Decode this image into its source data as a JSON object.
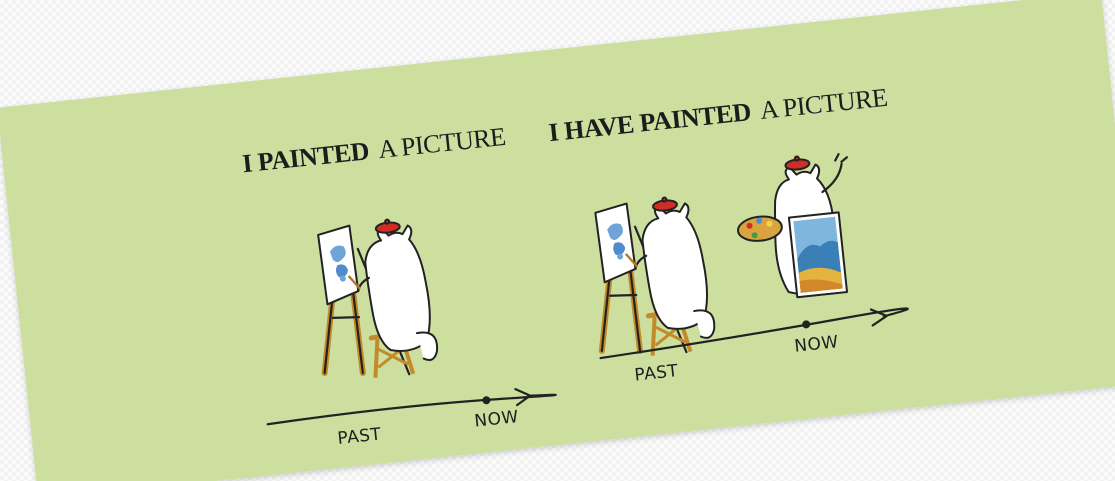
{
  "background_color": "#ccdf9f",
  "panels": [
    {
      "title_bold": "I PAINTED",
      "title_rest": "A PICTURE",
      "timeline": {
        "past_label": "PAST",
        "now_label": "NOW"
      },
      "scene": "cat-painting-at-easel"
    },
    {
      "title_bold": "I HAVE PAINTED",
      "title_rest": "A PICTURE",
      "timeline": {
        "past_label": "PAST",
        "now_label": "NOW"
      },
      "scene": "cat-painting-then-showing-finished-picture"
    }
  ]
}
